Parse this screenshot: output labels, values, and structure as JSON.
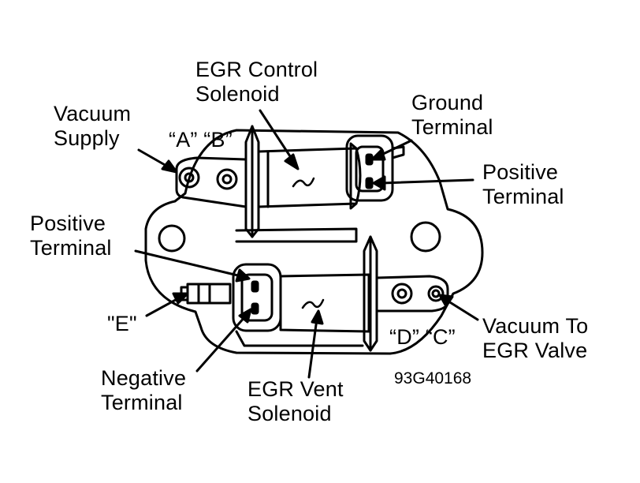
{
  "labels": {
    "egr_control_solenoid": [
      "EGR Control",
      "Solenoid"
    ],
    "vacuum_supply": [
      "Vacuum",
      "Supply"
    ],
    "port_a_b": "“A” “B”",
    "ground_terminal": [
      "Ground",
      "Terminal"
    ],
    "positive_terminal_upper": [
      "Positive",
      "Terminal"
    ],
    "positive_terminal_left": [
      "Positive",
      "Terminal"
    ],
    "port_e": "\"E\"",
    "port_d_c": "“D”  “C”",
    "vacuum_to_egr_valve": [
      "Vacuum To",
      "EGR Valve"
    ],
    "negative_terminal": [
      "Negative",
      "Terminal"
    ],
    "egr_vent_solenoid": [
      "EGR Vent",
      "Solenoid"
    ],
    "figure_code": "93G40168"
  }
}
